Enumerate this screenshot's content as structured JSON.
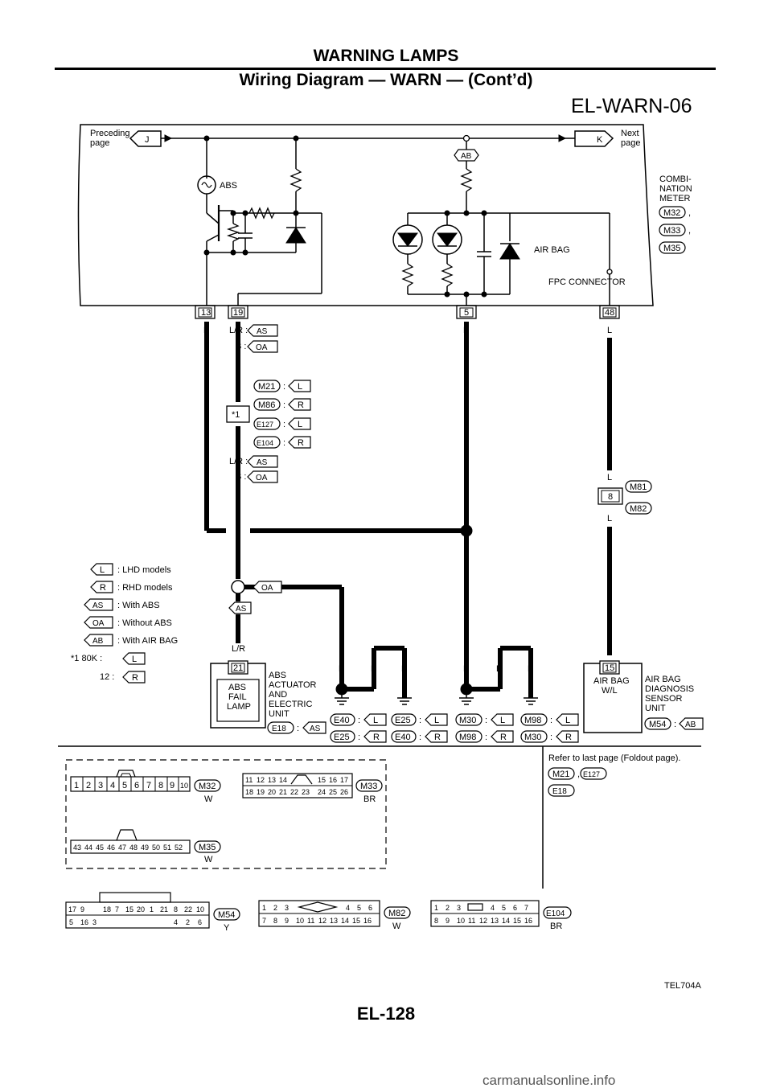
{
  "header": {
    "section": "WARNING LAMPS",
    "title": "Wiring Diagram — WARN — (Cont’d)",
    "code": "EL-WARN-06"
  },
  "meter": {
    "preceding": [
      "Preceding",
      "page"
    ],
    "next": [
      "Next",
      "page"
    ],
    "conn_J": "J",
    "conn_K": "K",
    "conn_AB": "AB",
    "abs_lamp": "ABS",
    "airbag_lamp": "AIR BAG",
    "fpc": "FPC CONNECTOR",
    "name": [
      "COMBI-",
      "NATION",
      "METER"
    ],
    "connectors": [
      "M32",
      "M33",
      "M35"
    ],
    "comma": ","
  },
  "pins": {
    "p13": "13",
    "p19": "19",
    "p5": "5",
    "p48": "48"
  },
  "wires": {
    "B": "B",
    "L": "L",
    "LR": "L/R",
    "LR_colon": "L/R :",
    "B_colon": "B :",
    "AS": "AS",
    "OA": "OA",
    "colon": ":"
  },
  "star1": {
    "mark": "*1",
    "conn": [
      "M21",
      "M86",
      "E127",
      "E104"
    ],
    "vals": [
      "L",
      "R",
      "L",
      "R"
    ]
  },
  "m81": {
    "pin": "8",
    "conn": [
      "M81",
      "M82"
    ]
  },
  "legend": {
    "codes": [
      "L",
      "R",
      "AS",
      "OA",
      "AB"
    ],
    "texts": [
      ": LHD models",
      ": RHD models",
      ": With ABS",
      ": Without ABS",
      ": With AIR BAG"
    ],
    "star_line1": "*1  80K :",
    "star_line2": "12 :",
    "star_v1": "L",
    "star_v2": "R"
  },
  "abs_unit": {
    "pin": "21",
    "lamp": [
      "ABS",
      "FAIL",
      "LAMP"
    ],
    "name": [
      "ABS",
      "ACTUATOR",
      "AND",
      "ELECTRIC",
      "UNIT"
    ],
    "conn": "E18",
    "cond": "AS"
  },
  "grounds": {
    "row1": [
      [
        "E40",
        "L"
      ],
      [
        "E25",
        "L"
      ],
      [
        "M30",
        "L"
      ],
      [
        "M98",
        "L"
      ]
    ],
    "row2": [
      [
        "E25",
        "R"
      ],
      [
        "E40",
        "R"
      ],
      [
        "M98",
        "R"
      ],
      [
        "M30",
        "R"
      ]
    ]
  },
  "airbag_unit": {
    "pin": "15",
    "lamp": [
      "AIR BAG",
      "W/L"
    ],
    "name": [
      "AIR BAG",
      "DIAGNOSIS",
      "SENSOR",
      "UNIT"
    ],
    "conn": "M54",
    "cond": "AB"
  },
  "refer": {
    "text": "Refer to last page (Foldout page).",
    "conns": [
      "M21",
      "E127",
      "E18"
    ]
  },
  "connectors": {
    "m32": {
      "id": "M32",
      "color": "W",
      "cells": [
        "1",
        "2",
        "3",
        "4",
        "5",
        "6",
        "7",
        "8",
        "9",
        "10"
      ]
    },
    "m33": {
      "id": "M33",
      "color": "BR",
      "top": [
        "11",
        "12",
        "13",
        "14",
        "15",
        "16",
        "17"
      ],
      "bot": [
        "18",
        "19",
        "20",
        "21",
        "22",
        "23",
        "24",
        "25",
        "26"
      ]
    },
    "m35": {
      "id": "M35",
      "color": "W",
      "cells": [
        "43",
        "44",
        "45",
        "46",
        "47",
        "48",
        "49",
        "50",
        "51",
        "52"
      ]
    },
    "m54": {
      "id": "M54",
      "color": "Y",
      "top": [
        "17",
        "9",
        "18",
        "7",
        "15",
        "20",
        "1",
        "21",
        "8",
        "22",
        "10"
      ],
      "bot": [
        "5",
        "16",
        "3",
        "4",
        "2",
        "6"
      ]
    },
    "m82": {
      "id": "M82",
      "color": "W",
      "top": [
        "1",
        "2",
        "3",
        "4",
        "5",
        "6"
      ],
      "bot": [
        "7",
        "8",
        "9",
        "10",
        "11",
        "12",
        "13",
        "14",
        "15",
        "16"
      ]
    },
    "e104": {
      "id": "E104",
      "color": "BR",
      "top": [
        "1",
        "2",
        "3",
        "4",
        "5",
        "6",
        "7"
      ],
      "bot": [
        "8",
        "9",
        "10",
        "11",
        "12",
        "13",
        "14",
        "15",
        "16"
      ]
    }
  },
  "figure_id": "TEL704A",
  "page_number": "EL-128",
  "watermark": "carmanualsonline.info"
}
